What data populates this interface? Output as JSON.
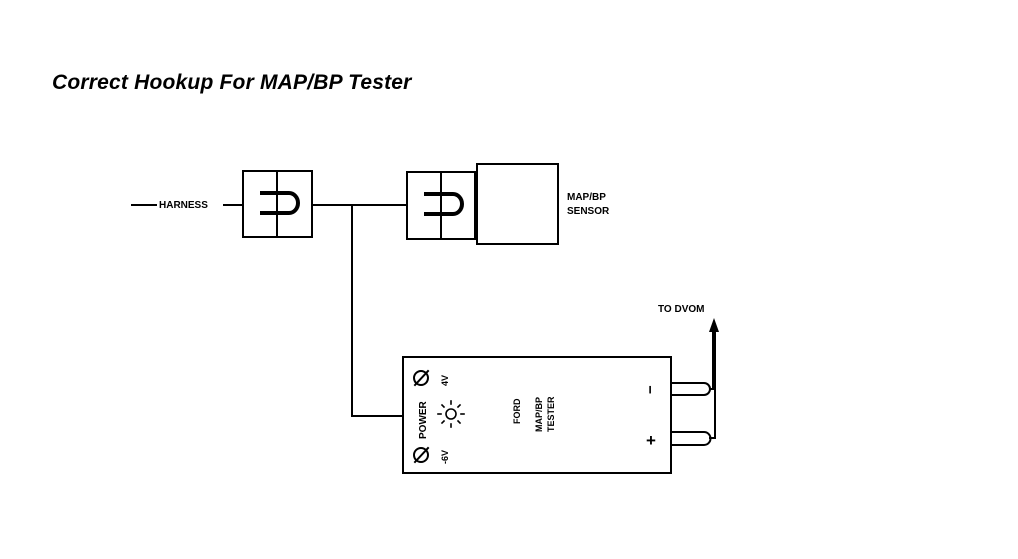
{
  "title": "Correct Hookup For MAP/BP Tester",
  "labels": {
    "harness": "HARNESS",
    "sensor_line1": "MAP/BP",
    "sensor_line2": "SENSOR",
    "dvom": "TO DVOM",
    "power": "POWER",
    "high_voltage": "4V",
    "low_voltage": "-6V",
    "tester_line1": "FORD",
    "tester_line2": "MAP/BP",
    "tester_line3": "TESTER",
    "minus": "−",
    "plus": "+"
  }
}
